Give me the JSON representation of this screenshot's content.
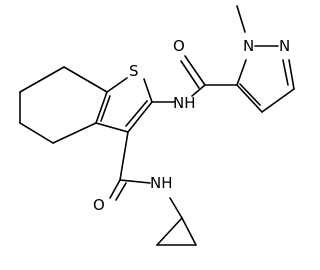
{
  "molecule": {
    "atom_labels": {
      "s1": "S",
      "n_amide_top": "NH",
      "o_top": "O",
      "n_methyl": "N",
      "n_pyrazole": "N",
      "o_bottom": "O",
      "n_amide_bottom": "NH"
    }
  }
}
